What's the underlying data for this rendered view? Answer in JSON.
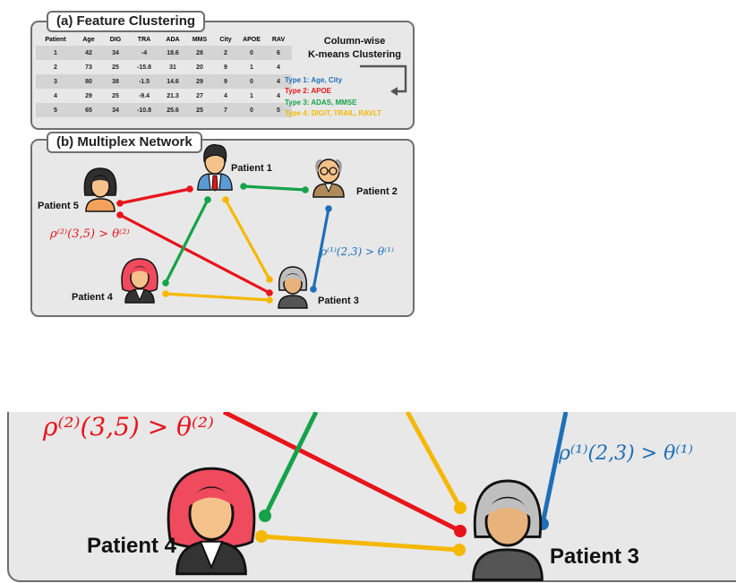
{
  "panel_a": {
    "title": "(a) Feature Clustering",
    "table": {
      "headers": [
        "Patient",
        "Age",
        "DIG",
        "TRA",
        "ADA",
        "MMS",
        "City",
        "APOE",
        "RAV"
      ],
      "rows": [
        [
          "1",
          "42",
          "34",
          "-4",
          "18.6",
          "28",
          "2",
          "0",
          "6"
        ],
        [
          "2",
          "73",
          "25",
          "-15.8",
          "31",
          "20",
          "9",
          "1",
          "4"
        ],
        [
          "3",
          "80",
          "38",
          "-1.5",
          "14.6",
          "29",
          "9",
          "0",
          "4"
        ],
        [
          "4",
          "29",
          "25",
          "-9.4",
          "21.3",
          "27",
          "4",
          "1",
          "4"
        ],
        [
          "5",
          "65",
          "34",
          "-10.8",
          "25.6",
          "25",
          "7",
          "0",
          "5"
        ]
      ]
    },
    "clustering_title_line1": "Column-wise",
    "clustering_title_line2": "K-means Clustering",
    "types": [
      {
        "label": "Type 1: Age, City",
        "color": "#1f6fb8"
      },
      {
        "label": "Type 2: APOE",
        "color": "#e8141b"
      },
      {
        "label": "Type 3: ADAS, MMSE",
        "color": "#15a34a"
      },
      {
        "label": "Type 4: DIGIT, TRAIL, RAVLT",
        "color": "#f5b800"
      }
    ]
  },
  "panel_b": {
    "title": "(b) Multiplex Network",
    "patients": {
      "p1": "Patient 1",
      "p2": "Patient 2",
      "p3": "Patient 3",
      "p4": "Patient 4",
      "p5": "Patient 5"
    },
    "formula_red": "ρ⁽²⁾(3,5) > θ⁽²⁾",
    "formula_blue": "ρ⁽¹⁾(2,3) > θ⁽¹⁾"
  },
  "zoom": {
    "patient4": "Patient 4",
    "patient3": "Patient 3",
    "formula_red": "ρ⁽²⁾(3,5) > θ⁽²⁾",
    "formula_blue": "ρ⁽¹⁾(2,3) > θ⁽¹⁾"
  },
  "colors": {
    "type1_blue": "#1f6fb8",
    "type2_red": "#e8141b",
    "type3_green": "#15a34a",
    "type4_yellow": "#f5b800",
    "panel_bg": "#e8e8e8",
    "panel_border": "#6e6e6e"
  }
}
